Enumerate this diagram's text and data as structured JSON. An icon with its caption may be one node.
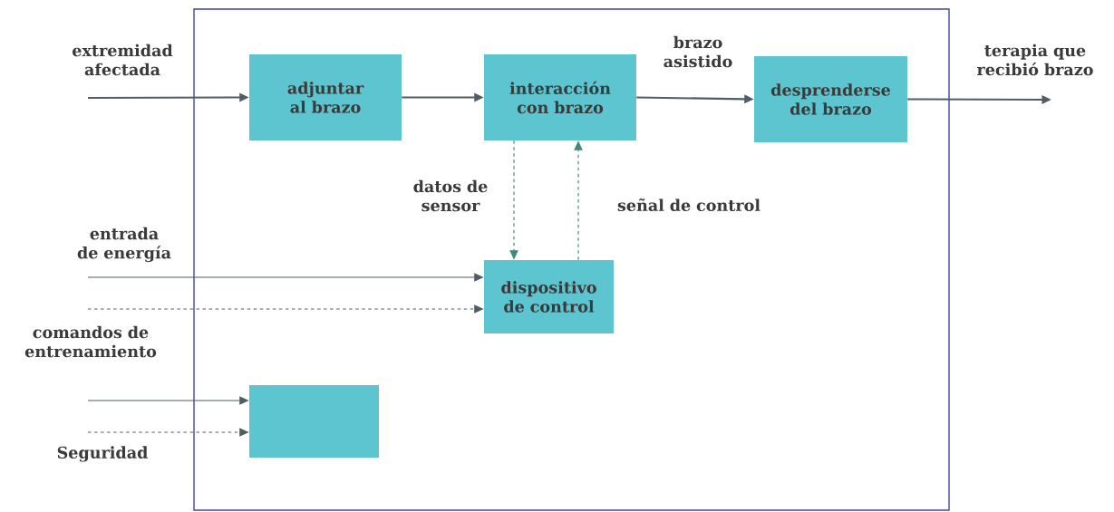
{
  "diagram": {
    "nodes": [
      {
        "text": [],
        "shape": "box"
      },
      {
        "text": [
          "adjuntar al brazo"
        ],
        "in": 0
      },
      {
        "text": [
          "interacción con brazo"
        ],
        "in": 0
      },
      {
        "text": [
          "desprenderse del brazo"
        ],
        "in": 0
      },
      {
        "text": [
          "dispositivo de control"
        ],
        "in": 0
      },
      {
        "text": [],
        "shape": "box",
        "in": 0
      }
    ],
    "edges": [
      {
        "from": null,
        "to": 1,
        "arrow": "to",
        "label": "extremidad afectada"
      },
      {
        "from": 1,
        "to": 2,
        "arrow": "to"
      },
      {
        "from": 2,
        "to": 3,
        "arrow": "to",
        "label": "brazo asistido"
      },
      {
        "from": 3,
        "to": null,
        "arrow": "to",
        "label": "terapia que recibió brazo"
      },
      {
        "from": 2,
        "to": 4,
        "arrow": "to",
        "label": "datos de sensor",
        "style": "dashed",
        "color": "#3f8a7c"
      },
      {
        "from": 4,
        "to": 2,
        "arrow": "to",
        "label": "señal de control",
        "style": "dashed",
        "color": "#3f8a7c"
      },
      {
        "from": null,
        "to": 4,
        "arrow": "to",
        "label": "entrada de energía"
      },
      {
        "from": null,
        "to": 4,
        "arrow": "to",
        "label": "comandos de entrenamiento",
        "style": "dashed"
      },
      {
        "from": null,
        "to": 5,
        "arrow": "to"
      },
      {
        "from": null,
        "to": 5,
        "arrow": "to",
        "label": "Seguridad",
        "style": "dashed"
      }
    ]
  }
}
